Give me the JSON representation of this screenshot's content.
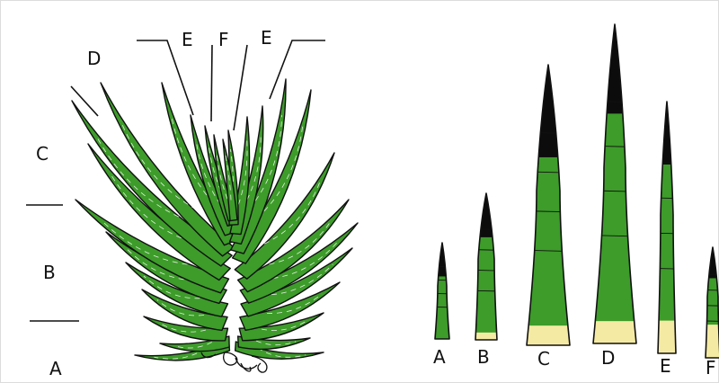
{
  "colors": {
    "leaf": "#3d9c2a",
    "outline": "#111111",
    "base": "#f5eaa3",
    "tip": "#0c0c0c"
  },
  "plant": {
    "region_labels": [
      "A",
      "B",
      "C",
      "D"
    ],
    "top_labels": [
      "E",
      "F",
      "E"
    ]
  },
  "leaves": {
    "labels": [
      "A",
      "B",
      "C",
      "D",
      "E",
      "F"
    ]
  }
}
